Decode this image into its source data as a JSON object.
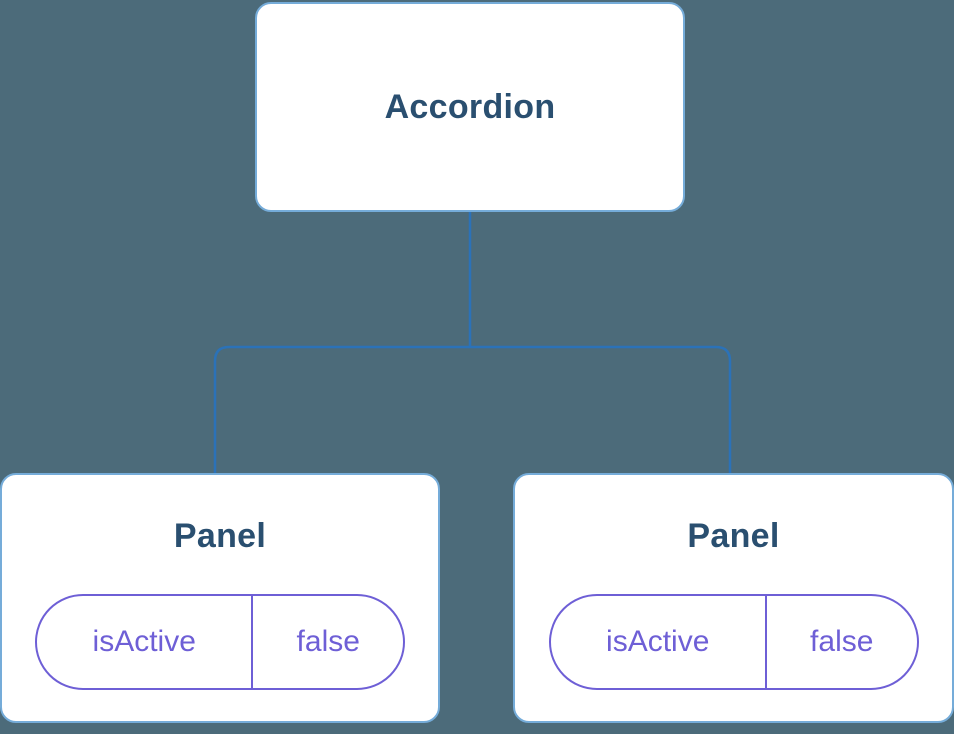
{
  "diagram": {
    "root": {
      "label": "Accordion"
    },
    "panels": [
      {
        "label": "Panel",
        "state": {
          "key": "isActive",
          "value": "false"
        }
      },
      {
        "label": "Panel",
        "state": {
          "key": "isActive",
          "value": "false"
        }
      }
    ]
  },
  "colors": {
    "background": "#4C6B7A",
    "node_fill": "#FFFFFF",
    "node_border": "#75ACD9",
    "connector": "#2B72B8",
    "title_text": "#2A4F70",
    "state_accent": "#6E5FD6"
  }
}
